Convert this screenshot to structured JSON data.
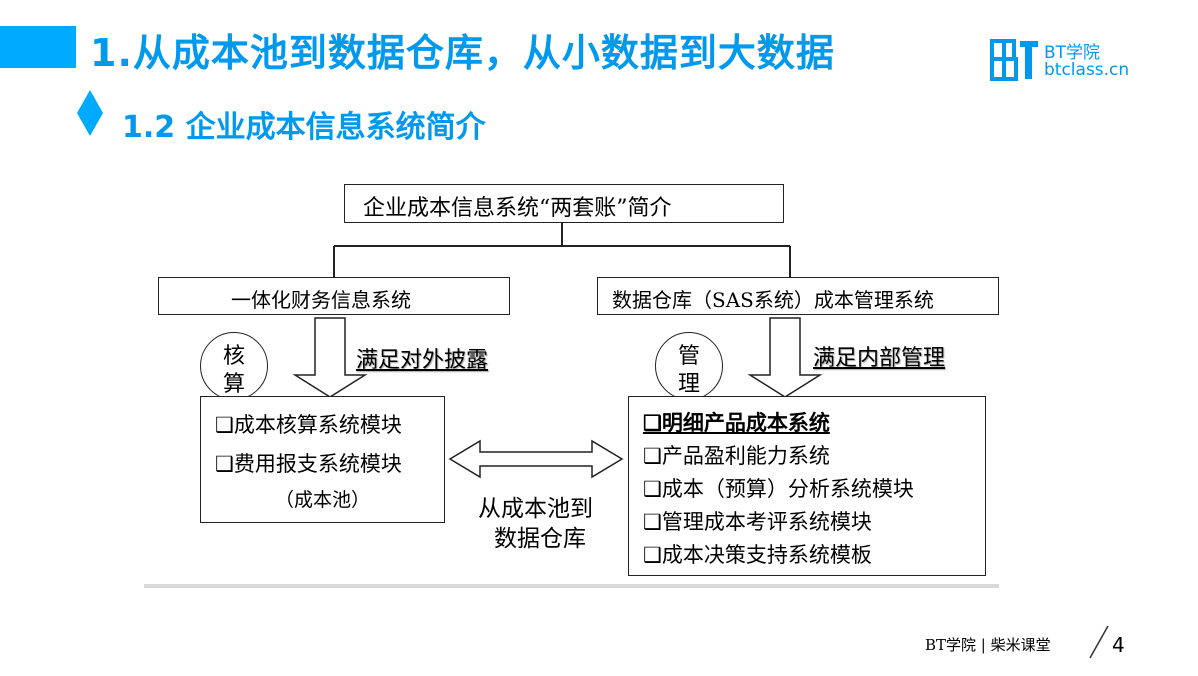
{
  "header": {
    "title": "1.从成本池到数据仓库，从小数据到大数据",
    "subtitle": "1.2 企业成本信息系统简介",
    "accent_color": "#0099ee"
  },
  "logo": {
    "icon": "btclass-logo-icon",
    "line1": "BT学院",
    "line2": "btclass.cn"
  },
  "diagram": {
    "root": "企业成本信息系统“两套账”简介",
    "left": {
      "title": "一体化财务信息系统",
      "circle": [
        "核",
        "算"
      ],
      "note": "满足对外披露",
      "items": [
        "❑成本核算系统模块",
        "❑费用报支系统模块",
        "（成本池）"
      ]
    },
    "right": {
      "title": "数据仓库（SAS系统）成本管理系统",
      "circle": [
        "管",
        "理"
      ],
      "note": "满足内部管理",
      "items": [
        "❑明细产品成本系统",
        "❑产品盈利能力系统",
        "❑成本（预算）分析系统模块",
        "❑管理成本考评系统模块",
        "❑成本决策支持系统模板"
      ]
    },
    "bridge": [
      "从成本池到",
      "数据仓库"
    ]
  },
  "footer": {
    "brand": "BT学院 | 柴米课堂",
    "page": "4"
  }
}
